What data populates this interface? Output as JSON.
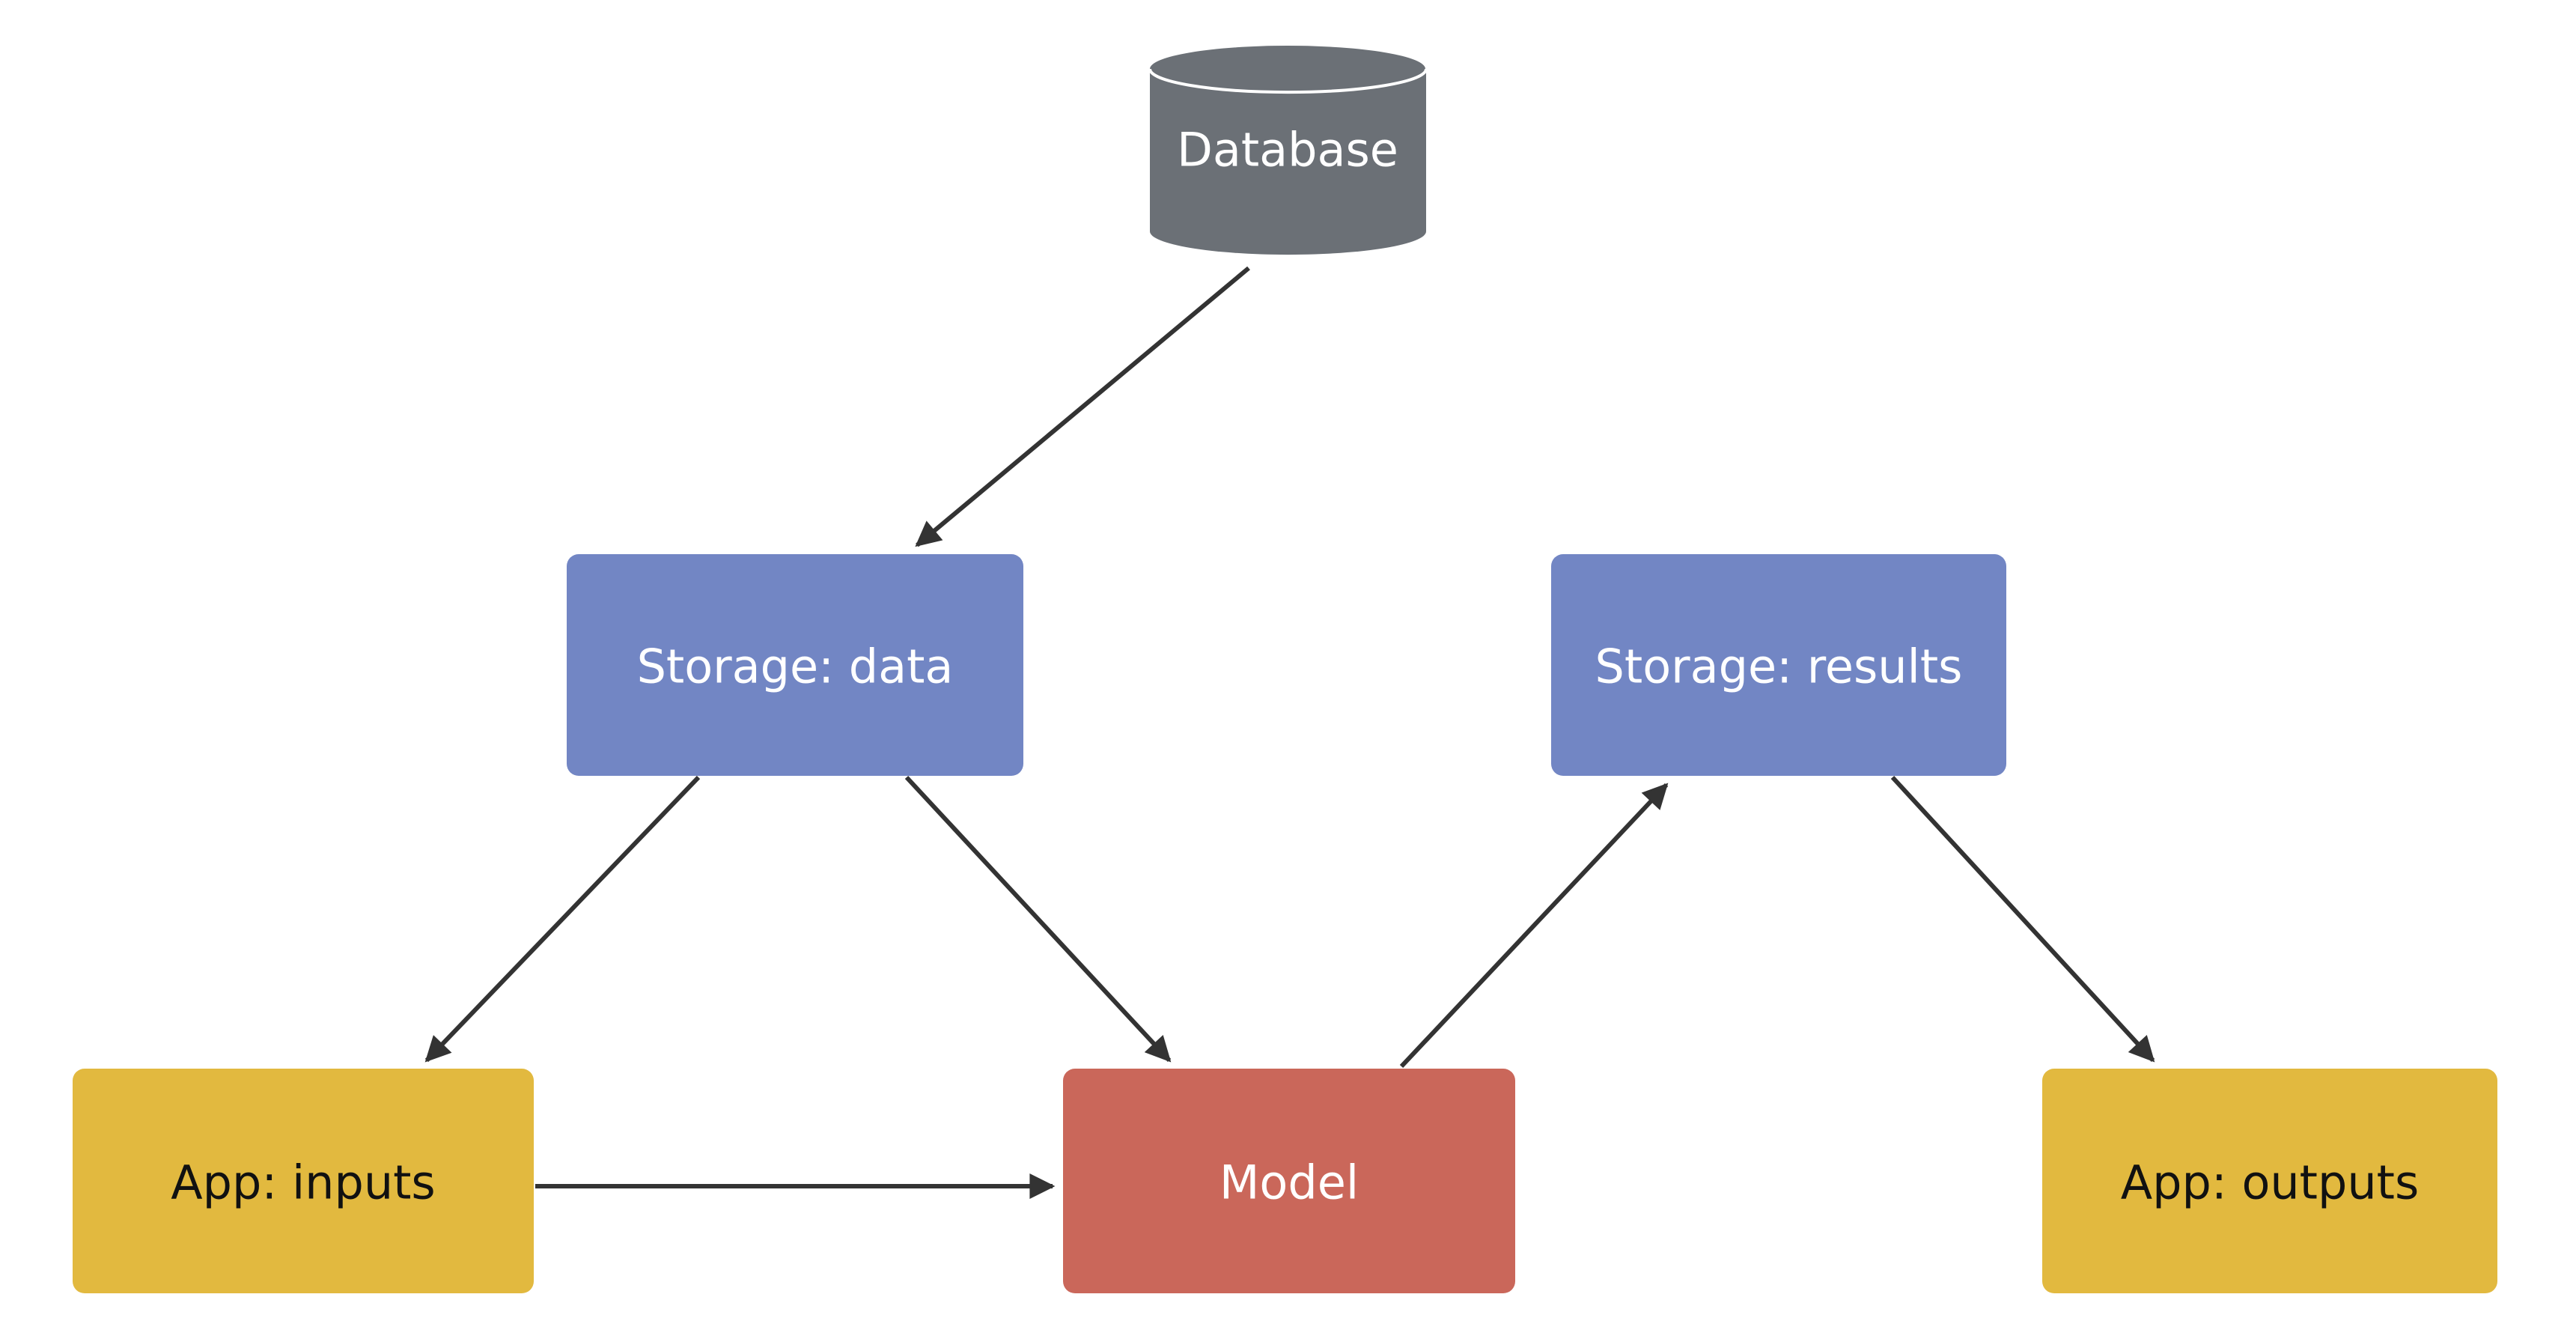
{
  "canvas": {
    "background": "#ffffff",
    "edge_color": "#333333",
    "arrowhead_style": "filled-triangle"
  },
  "nodes": {
    "database": {
      "label": "Database",
      "shape": "cylinder",
      "fill": "#6b7076",
      "text_color": "#ffffff"
    },
    "storage_data": {
      "label": "Storage: data",
      "shape": "rounded-rect",
      "fill": "#7286c4",
      "text_color": "#ffffff"
    },
    "storage_results": {
      "label": "Storage: results",
      "shape": "rounded-rect",
      "fill": "#7286c4",
      "text_color": "#ffffff"
    },
    "app_inputs": {
      "label": "App: inputs",
      "shape": "rounded-rect",
      "fill": "#e2b93f",
      "text_color": "#111111"
    },
    "model": {
      "label": "Model",
      "shape": "rounded-rect",
      "fill": "#ca675a",
      "text_color": "#ffffff"
    },
    "app_outputs": {
      "label": "App: outputs",
      "shape": "rounded-rect",
      "fill": "#e2b93f",
      "text_color": "#111111"
    }
  },
  "edges": [
    {
      "from": "database",
      "to": "storage_data"
    },
    {
      "from": "storage_data",
      "to": "app_inputs"
    },
    {
      "from": "storage_data",
      "to": "model"
    },
    {
      "from": "app_inputs",
      "to": "model"
    },
    {
      "from": "model",
      "to": "storage_results"
    },
    {
      "from": "storage_results",
      "to": "app_outputs"
    }
  ]
}
